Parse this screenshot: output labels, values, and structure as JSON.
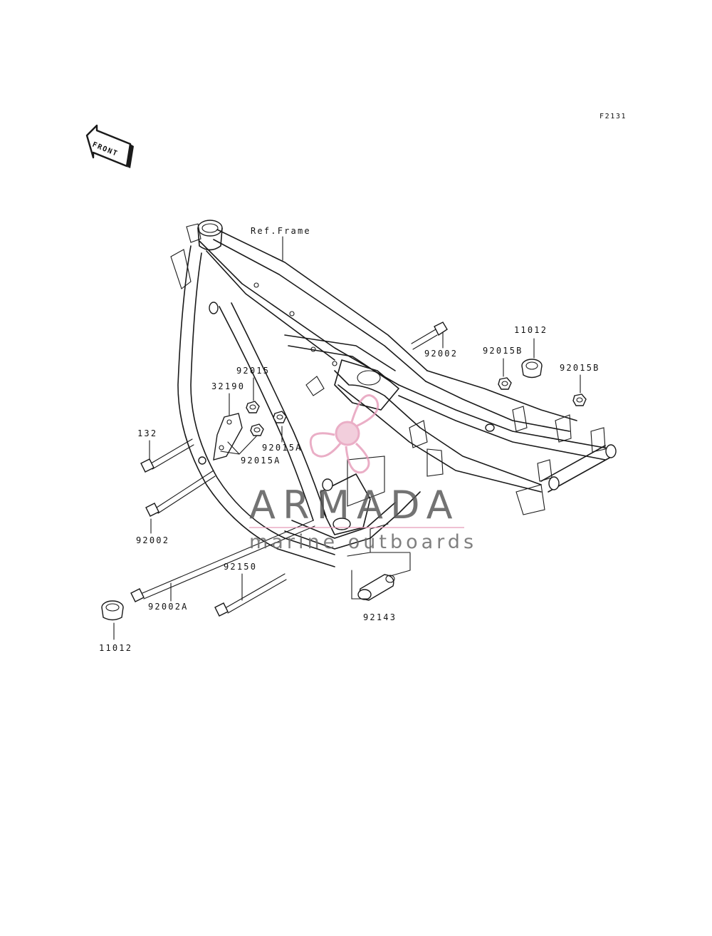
{
  "diagram": {
    "code": "F2131",
    "front_arrow_label": "FRONT",
    "ref_label": "Ref.Frame"
  },
  "parts": [
    {
      "key": "p92002_top",
      "number": "92002"
    },
    {
      "key": "p11012_top",
      "number": "11012"
    },
    {
      "key": "p92015B_a",
      "number": "92015B"
    },
    {
      "key": "p92015B_b",
      "number": "92015B"
    },
    {
      "key": "p92015",
      "number": "92015"
    },
    {
      "key": "p32190",
      "number": "32190"
    },
    {
      "key": "p132",
      "number": "132"
    },
    {
      "key": "p92015A_a",
      "number": "92015A"
    },
    {
      "key": "p92015A_b",
      "number": "92015A"
    },
    {
      "key": "p92002_left",
      "number": "92002"
    },
    {
      "key": "p92150",
      "number": "92150"
    },
    {
      "key": "p92002A",
      "number": "92002A"
    },
    {
      "key": "p92143",
      "number": "92143"
    },
    {
      "key": "p11012_bottom",
      "number": "11012"
    }
  ],
  "watermark": {
    "brand": "ARMADA",
    "tagline": "marine outboards",
    "color": "#e59ab8"
  }
}
